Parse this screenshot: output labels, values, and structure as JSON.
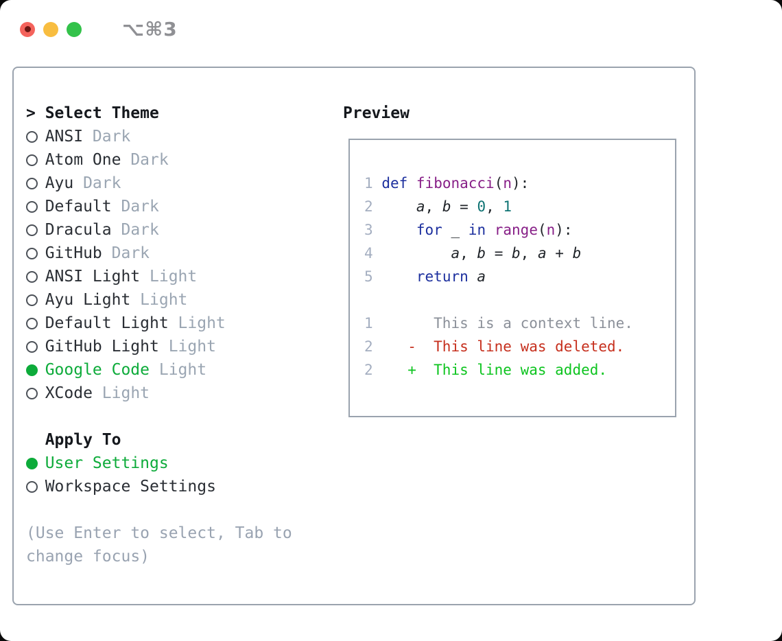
{
  "window": {
    "shortcut": "⌥⌘3"
  },
  "theme_panel": {
    "cursor": ">",
    "header": "Select Theme",
    "themes": [
      {
        "name": "ANSI",
        "variant": "Dark",
        "selected": false
      },
      {
        "name": "Atom One",
        "variant": "Dark",
        "selected": false
      },
      {
        "name": "Ayu",
        "variant": "Dark",
        "selected": false
      },
      {
        "name": "Default",
        "variant": "Dark",
        "selected": false
      },
      {
        "name": "Dracula",
        "variant": "Dark",
        "selected": false
      },
      {
        "name": "GitHub",
        "variant": "Dark",
        "selected": false
      },
      {
        "name": "ANSI Light",
        "variant": "Light",
        "selected": false
      },
      {
        "name": "Ayu Light",
        "variant": "Light",
        "selected": false
      },
      {
        "name": "Default Light",
        "variant": "Light",
        "selected": false
      },
      {
        "name": "GitHub Light",
        "variant": "Light",
        "selected": false
      },
      {
        "name": "Google Code",
        "variant": "Light",
        "selected": true
      },
      {
        "name": "XCode",
        "variant": "Light",
        "selected": false
      }
    ],
    "apply_to": {
      "header": "Apply To",
      "options": [
        {
          "label": "User Settings",
          "selected": true
        },
        {
          "label": "Workspace Settings",
          "selected": false
        }
      ]
    },
    "help_lines": [
      "(Use Enter to select, Tab to",
      "change focus)"
    ]
  },
  "preview": {
    "title": "Preview",
    "code_lines": [
      {
        "num": "1",
        "tokens": [
          [
            "def",
            "kw"
          ],
          [
            " ",
            "pln"
          ],
          [
            "fibonacci",
            "fn"
          ],
          [
            "(",
            "pln"
          ],
          [
            "n",
            "fn"
          ],
          [
            "):",
            "pln"
          ]
        ]
      },
      {
        "num": "2",
        "tokens": [
          [
            "    ",
            "pln"
          ],
          [
            "a",
            "var"
          ],
          [
            ", ",
            "pln"
          ],
          [
            "b",
            "var"
          ],
          [
            " = ",
            "pln"
          ],
          [
            "0",
            "num"
          ],
          [
            ", ",
            "pln"
          ],
          [
            "1",
            "num"
          ]
        ]
      },
      {
        "num": "3",
        "tokens": [
          [
            "    ",
            "pln"
          ],
          [
            "for",
            "kw"
          ],
          [
            " ",
            "pln"
          ],
          [
            "_",
            "pln"
          ],
          [
            " ",
            "pln"
          ],
          [
            "in",
            "kw"
          ],
          [
            " ",
            "pln"
          ],
          [
            "range",
            "fn"
          ],
          [
            "(",
            "pln"
          ],
          [
            "n",
            "fn"
          ],
          [
            "):",
            "pln"
          ]
        ]
      },
      {
        "num": "4",
        "tokens": [
          [
            "        ",
            "pln"
          ],
          [
            "a",
            "var"
          ],
          [
            ", ",
            "pln"
          ],
          [
            "b",
            "var"
          ],
          [
            " = ",
            "pln"
          ],
          [
            "b",
            "var"
          ],
          [
            ", ",
            "pln"
          ],
          [
            "a",
            "var"
          ],
          [
            " + ",
            "pln"
          ],
          [
            "b",
            "var"
          ]
        ]
      },
      {
        "num": "5",
        "tokens": [
          [
            "    ",
            "pln"
          ],
          [
            "return",
            "kw"
          ],
          [
            " ",
            "pln"
          ],
          [
            "a",
            "var"
          ]
        ]
      }
    ],
    "diff_lines": [
      {
        "num": "1",
        "marker": "",
        "text": "This is a context line.",
        "type": "ctx"
      },
      {
        "num": "2",
        "marker": "-",
        "text": "This line was deleted.",
        "type": "del"
      },
      {
        "num": "2",
        "marker": "+",
        "text": "This line was added.",
        "type": "add"
      }
    ]
  },
  "colors": {
    "kw": "#1c2f9e",
    "fn": "#871f87",
    "num": "#0e7373",
    "pln": "#1f2328",
    "ln": "#a4aec0",
    "ctx": "#8b9099",
    "del": "#c62f1d",
    "add": "#0dc41f",
    "accent": "#0dab3a",
    "muted": "#9aa5b2",
    "dark": "#2a2e34",
    "ring": "#4c5158",
    "border": "#9aa3ae",
    "help": "#99a3b1",
    "shortcut": "#8f9094",
    "red": "#f4635c",
    "reddot": "#6b1613",
    "yellow": "#f8bd40",
    "green": "#33c24a"
  }
}
